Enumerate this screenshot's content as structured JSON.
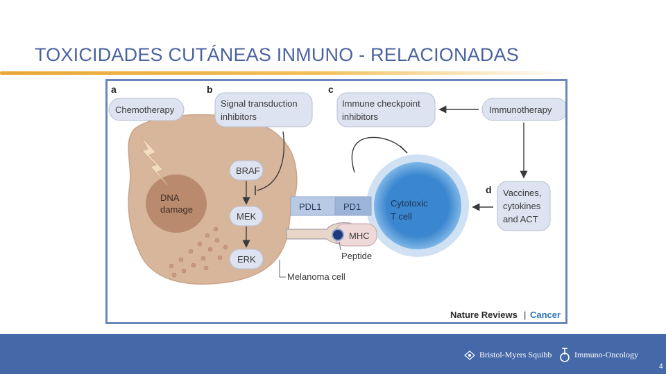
{
  "slide": {
    "title": "TOXICIDADES CUTÁNEAS INMUNO - RELACIONADAS",
    "page_number": "4"
  },
  "figure": {
    "panel_letters": {
      "a": "a",
      "b": "b",
      "c": "c",
      "d": "d"
    },
    "boxes": {
      "chemotherapy": "Chemotherapy",
      "signal_line1": "Signal transduction",
      "signal_line2": "inhibitors",
      "checkpoint_line1": "Immune checkpoint",
      "checkpoint_line2": "inhibitors",
      "immunotherapy": "Immunotherapy",
      "vaccines_line1": "Vaccines,",
      "vaccines_line2": "cytokines",
      "vaccines_line3": "and ACT"
    },
    "labels": {
      "dna_line1": "DNA",
      "dna_line2": "damage",
      "braf": "BRAF",
      "mek": "MEK",
      "erk": "ERK",
      "pdl1": "PDL1",
      "pd1": "PD1",
      "mhc": "MHC",
      "peptide": "Peptide",
      "melanoma_cell": "Melanoma cell",
      "tcell_line1": "Cytotoxic",
      "tcell_line2": "T cell"
    },
    "source": {
      "journal": "Nature Reviews",
      "separator": "|",
      "section": "Cancer"
    },
    "colors": {
      "box_fill": "#dde3f0",
      "cell_fill": "#d7b49a",
      "nucleus_fill": "#b9876a",
      "tcell_fill": "#3f8fd4",
      "receptor_fill": "#b7c8e4",
      "cancer_accent": "#2f74b5"
    }
  },
  "footer": {
    "company": "Bristol-Myers Squibb",
    "program": "Immuno-Oncology",
    "colors": {
      "band": "#4468a8",
      "title": "#4a63a0",
      "rule": "#e8a73a"
    }
  }
}
